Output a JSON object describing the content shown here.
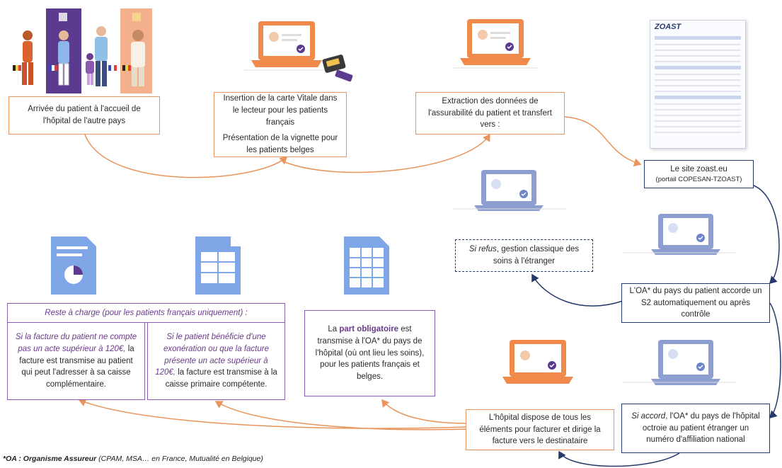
{
  "steps": {
    "arrival": "Arrivée du patient à l'accueil de l'hôpital de l'autre pays",
    "vitale_line1": "Insertion de la carte Vitale dans le lecteur pour les patients français",
    "vitale_line2": "Présentation de la vignette pour les patients belges",
    "extraction": "Extraction des données de l'assurabilité du patient et transfert vers :",
    "zoast_site": "Le site zoast.eu",
    "zoast_portal": "(portail COPESAN-TZOAST)",
    "refus_em": "Si refus",
    "refus_rest": ", gestion classique des soins à l'étranger",
    "oa_s2": "L'OA* du pays du patient accorde un S2 automatiquement ou après contrôle",
    "accord_em": "Si accord",
    "accord_rest": ", l'OA* du pays de l'hôpital octroie au patient étranger un numéro d'affiliation national",
    "hopital": "L'hôpital dispose de tous les éléments pour facturer et dirige la facture vers le destinataire",
    "reste_header": "Reste à charge (pour les patients français uniquement) :",
    "reste_left_em": "Si la facture du patient ne compte pas un acte supérieur à 120€,",
    "reste_left_rest": " la facture est transmise au patient qui peut l'adresser à sa caisse complémentaire.",
    "reste_right_em": "Si le patient bénéficie d'une exonération ou que la facture présente un acte supérieur à 120€,",
    "reste_right_rest": " la facture est transmise à la caisse primaire compétente.",
    "part_pre": "La ",
    "part_bold": "part obligatoire",
    "part_rest": " est transmise à l'OA* du pays de l'hôpital (où ont lieu les soins), pour les patients français et belges."
  },
  "zoast_logo": "ZOAST",
  "footnote": {
    "bold": "*OA : Organisme Assureur",
    "rest": " (CPAM, MSA… en France, Mutualité en Belgique)"
  },
  "colors": {
    "orange": "#e8945a",
    "navy": "#243a6b",
    "purple": "#8a5bb0",
    "laptop_orange": "#f08a4b",
    "laptop_blue": "#8d9fd0",
    "doc_blue": "#7fa6e6"
  },
  "icons": [
    "people-illustration",
    "laptop-icon",
    "card-reader-icon",
    "zoast-form-icon",
    "document-icon",
    "check-icon"
  ]
}
